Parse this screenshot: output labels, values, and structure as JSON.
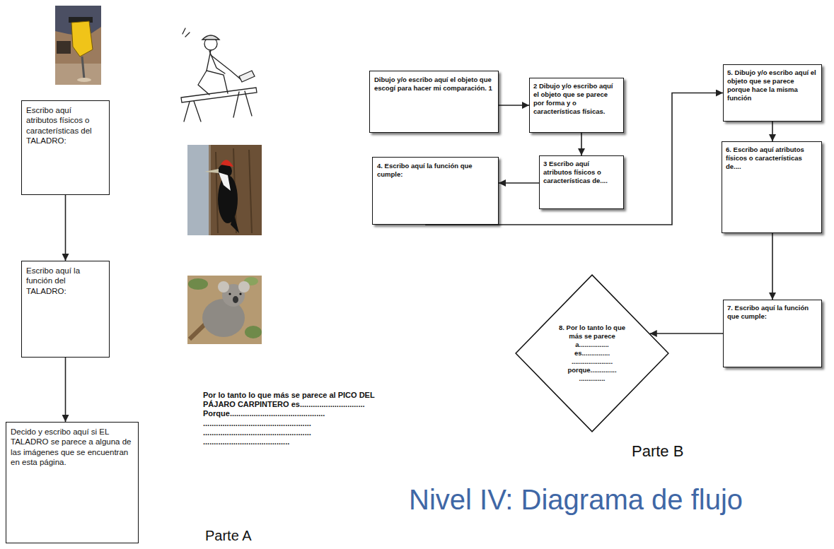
{
  "diagram": {
    "title": "Nivel IV: Diagrama de flujo",
    "nodes": [
      {
        "text": [
          "Escribo aquí atributos físicos o características del TALADRO:"
        ]
      },
      {
        "text": [
          "Escribo aquí la función del TALADRO:"
        ]
      },
      {
        "text": [
          "Decido y escribo aquí si EL TALADRO se parece a alguna de las imágenes que se encuentran en esta página."
        ]
      },
      {
        "text": [
          "Dibujo y/o escribo aquí el objeto que escogí para hacer mi comparación. 1"
        ]
      },
      {
        "text": [
          "2 Dibujo y/o escribo aquí el objeto que se parece por forma y o características físicas."
        ]
      },
      {
        "text": [
          "3 Escribo aquí atributos físicos o características de...."
        ]
      },
      {
        "text": [
          "4. Escribo aquí la función que cumple:"
        ]
      },
      {
        "text": [
          "5. Dibujo y/o escribo aquí el objeto que se parece porque hace la misma función"
        ]
      },
      {
        "text": [
          "6. Escribo aquí atributos físicos o características de...."
        ]
      },
      {
        "text": [
          "7. Escribo aquí la función que cumple:"
        ]
      },
      {
        "text": [
          "8. Por lo tanto lo que más se parece a................ es............... ...................... porque.............. .............."
        ]
      }
    ],
    "edges": [
      {
        "from": 0,
        "to": 1,
        "arrow": "to"
      },
      {
        "from": 1,
        "to": 2,
        "arrow": "to"
      },
      {
        "from": 3,
        "to": 4,
        "arrow": "to"
      },
      {
        "from": 4,
        "to": 5,
        "arrow": "to"
      },
      {
        "from": 5,
        "to": 6,
        "arrow": "to"
      },
      {
        "from": 6,
        "to": 7,
        "arrow": "to"
      },
      {
        "from": 7,
        "to": 8,
        "arrow": "to"
      },
      {
        "from": 8,
        "to": 9,
        "arrow": "to"
      },
      {
        "from": 9,
        "to": 10,
        "arrow": "to"
      }
    ],
    "labels": [
      "Por lo tanto lo que más se parece al PICO DEL PÁJARO CARPINTERO es.............................. Porque............................................ .................................................. .................................................. ........................................",
      "Parte A",
      "Parte B"
    ]
  }
}
